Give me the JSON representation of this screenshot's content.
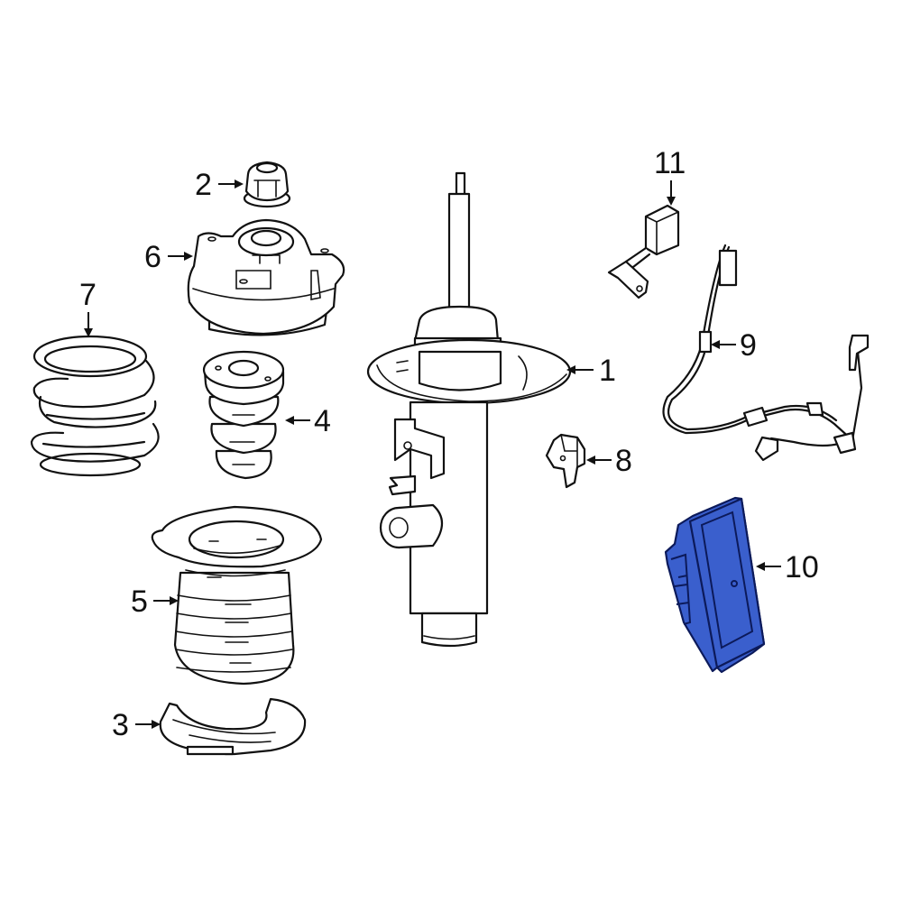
{
  "diagram": {
    "type": "exploded-parts-diagram",
    "subject": "Front suspension strut assembly",
    "highlight_color": "#3a5fcd",
    "highlighted_part": "10",
    "callouts": [
      {
        "id": "1",
        "label": "1",
        "part": "strut-assembly"
      },
      {
        "id": "2",
        "label": "2",
        "part": "strut-nut"
      },
      {
        "id": "3",
        "label": "3",
        "part": "lower-spring-insulator"
      },
      {
        "id": "4",
        "label": "4",
        "part": "bump-stop"
      },
      {
        "id": "5",
        "label": "5",
        "part": "dust-boot-with-upper-seat"
      },
      {
        "id": "6",
        "label": "6",
        "part": "strut-mount"
      },
      {
        "id": "7",
        "label": "7",
        "part": "coil-spring"
      },
      {
        "id": "8",
        "label": "8",
        "part": "bracket-clip"
      },
      {
        "id": "9",
        "label": "9",
        "part": "sensor-wire-harness"
      },
      {
        "id": "10",
        "label": "10",
        "part": "control-module"
      },
      {
        "id": "11",
        "label": "11",
        "part": "height-sensor"
      }
    ]
  }
}
